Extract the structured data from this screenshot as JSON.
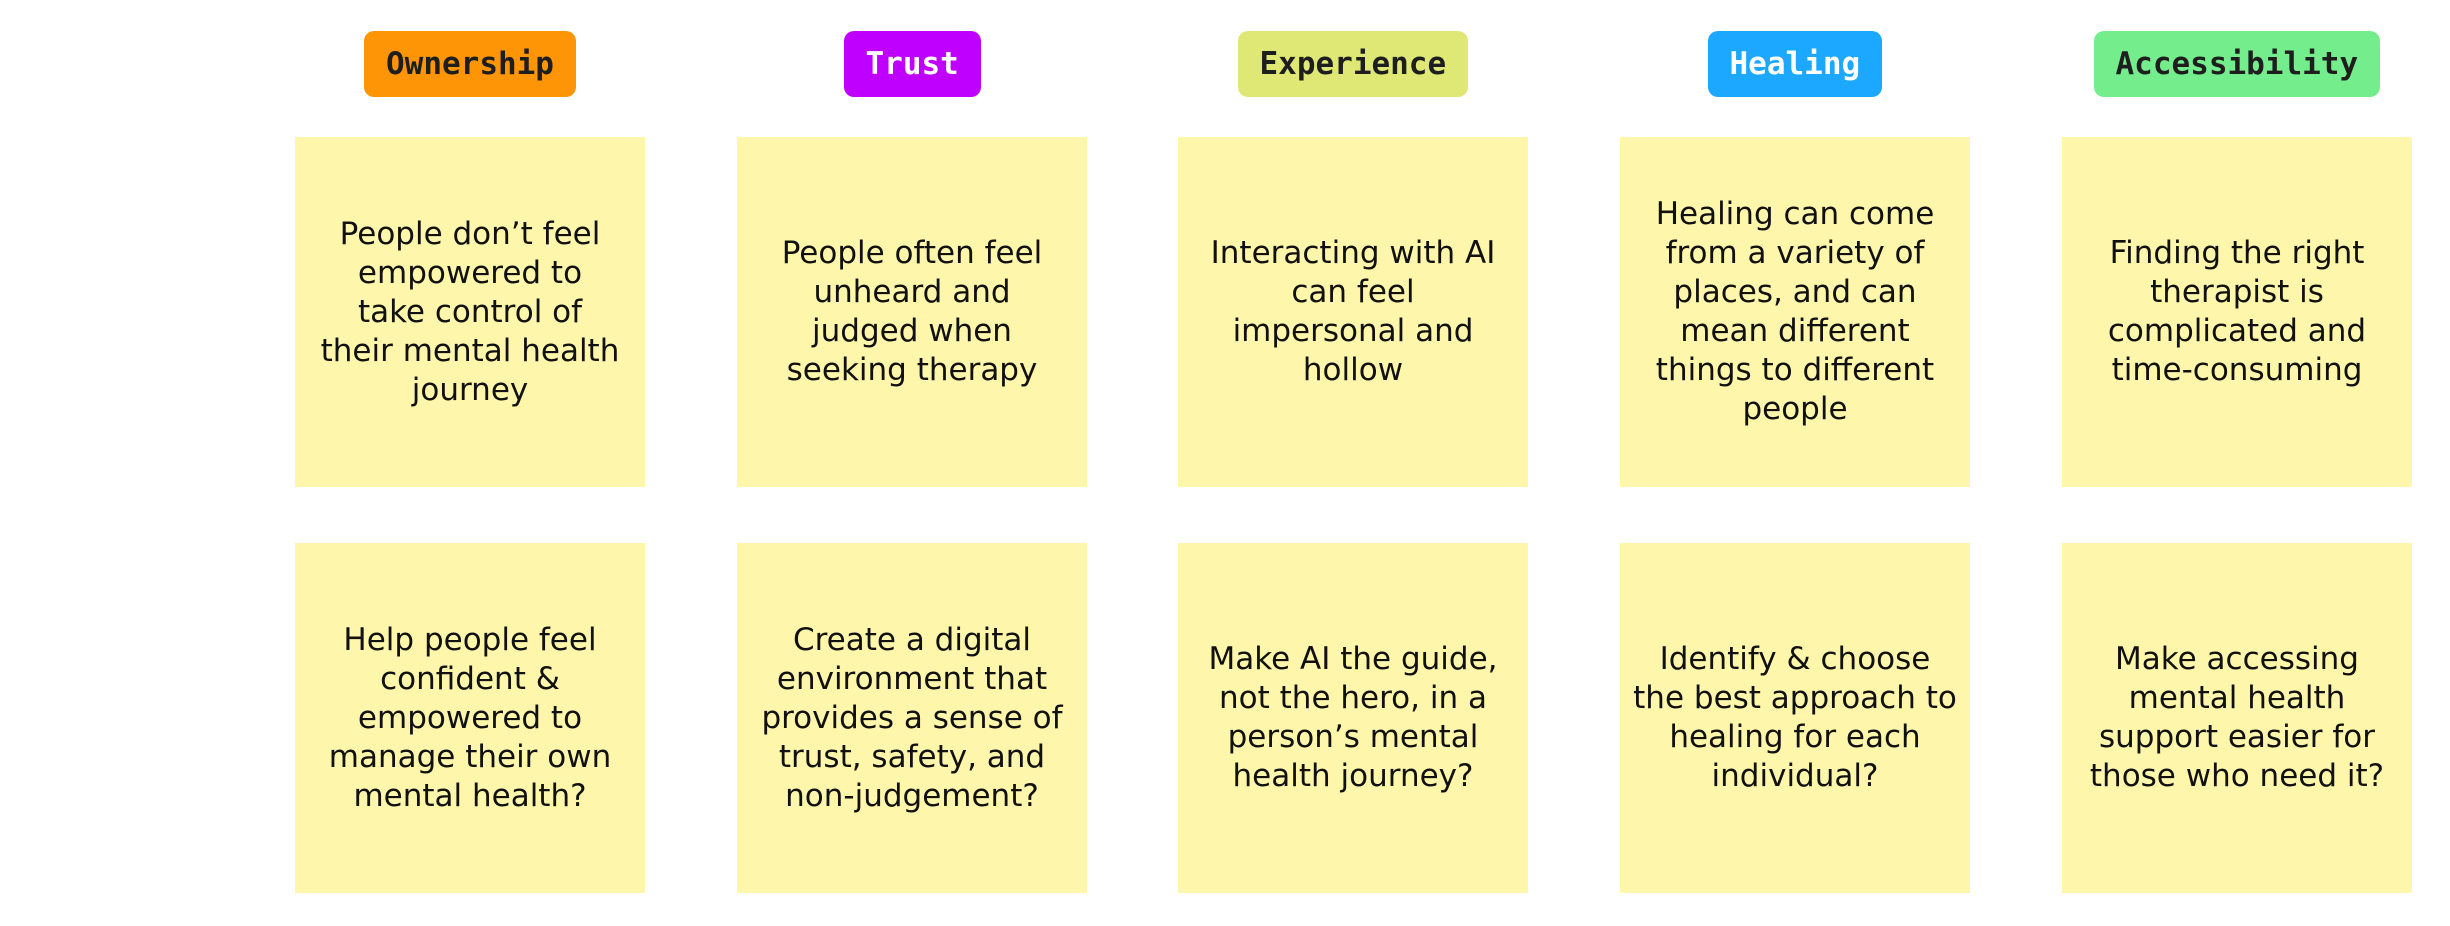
{
  "categories": [
    {
      "label": "Ownership",
      "background": "#fd9506",
      "text_color": "#1e1e1e"
    },
    {
      "label": "Trust",
      "background": "#c000ff",
      "text_color": "#ffffff"
    },
    {
      "label": "Experience",
      "background": "#dfe874",
      "text_color": "#1e1e1e"
    },
    {
      "label": "Healing",
      "background": "#1da8ff",
      "text_color": "#ffffff"
    },
    {
      "label": "Accessibility",
      "background": "#74ee8c",
      "text_color": "#1e1e1e"
    }
  ],
  "problems": [
    "People don’t feel empowered to take control of their mental health journey",
    "People often feel unheard and judged when seeking therapy",
    "Interacting with AI can feel impersonal and hollow",
    "Healing can come from a variety of places, and can mean different things to different people",
    "Finding the right therapist is complicated and time-consuming"
  ],
  "questions": [
    "Help people feel confident & empowered to manage their own mental health?",
    "Create a digital environment that provides a sense of trust, safety, and non-judgement?",
    "Make AI the guide, not the hero, in a person’s mental health journey?",
    "Identify & choose the best approach to healing for each individual?",
    "Make accessing mental health support easier for those who need it?"
  ],
  "note_color": "#fdf6ab"
}
